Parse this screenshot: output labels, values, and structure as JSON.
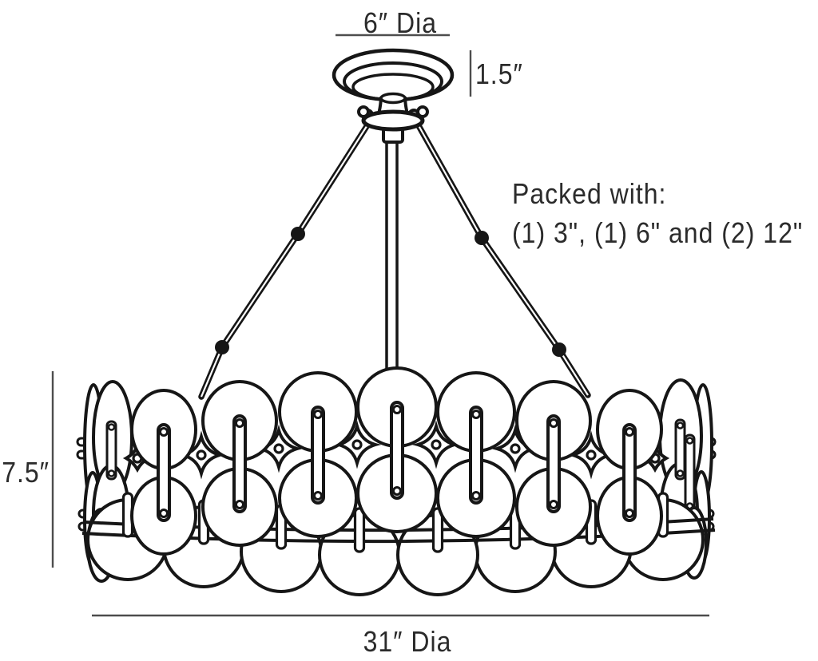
{
  "annotations": {
    "canopy_diameter": "6″ Dia",
    "canopy_height": "1.5″",
    "body_height": "7.5″",
    "fixture_diameter": "31″ Dia",
    "packing_note_line1": "Packed with:",
    "packing_note_line2": "(1) 3\", (1) 6\" and (2) 12\""
  },
  "colors": {
    "ink": "#161616",
    "dim_line": "#4d4d4d",
    "text": "#2b2b2b",
    "background": "#ffffff"
  }
}
